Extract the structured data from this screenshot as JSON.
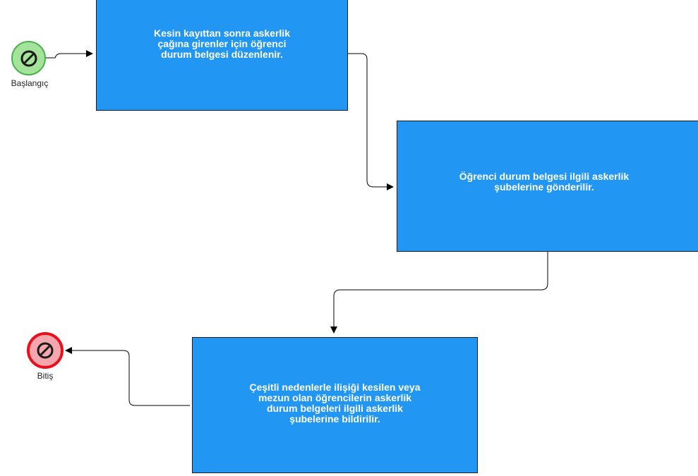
{
  "colors": {
    "task_fill": "#2196f3",
    "task_border": "#1a1a1a",
    "start_fill": "#a3e49a",
    "start_border": "#4caf50",
    "end_fill": "#f4a7ad",
    "end_border": "#e8111d",
    "edge": "#000000"
  },
  "start_event": {
    "label": "Başlangıç",
    "icon": "cancel-circle-icon"
  },
  "end_event": {
    "label": "Bitiş",
    "icon": "cancel-circle-icon"
  },
  "tasks": [
    {
      "text": "Kesin kayıttan sonra askerlik\nçağına girenler için öğrenci\ndurum belgesi düzenlenir."
    },
    {
      "text": "Öğrenci durum belgesi ilgili askerlik\nşubelerine gönderilir."
    },
    {
      "text": "Çeşitli nedenlerle ilişiği kesilen veya\nmezun olan öğrencilerin askerlik\ndurum belgeleri ilgili askerlik\nşubelerine bildirilir."
    }
  ]
}
